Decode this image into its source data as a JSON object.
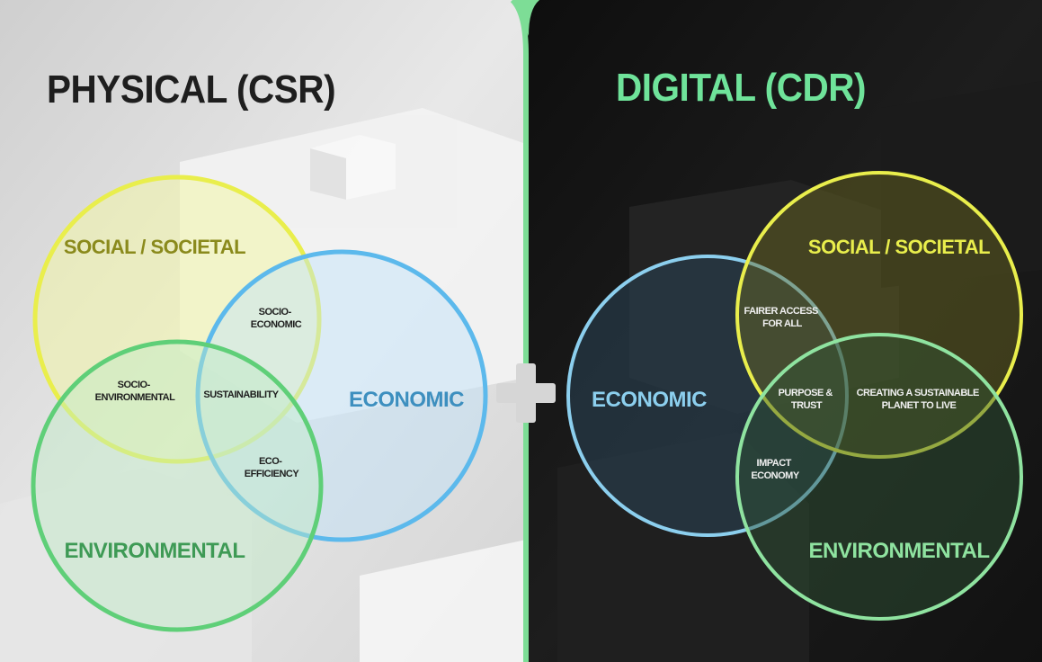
{
  "colors": {
    "social": "#e9ee4c",
    "economic": "#5cb9ec",
    "environmental": "#5fcf78",
    "digital_title": "#6fe39a",
    "divider": "#7ddd96",
    "physical_title": "#1e1e1e",
    "left_bg": "#dcdcdc",
    "right_bg": "#161616",
    "plus": "#d6d6d6"
  },
  "left": {
    "title": "PHYSICAL (CSR)",
    "circles": {
      "social": "SOCIAL / SOCIETAL",
      "economic": "ECONOMIC",
      "environmental": "ENVIRONMENTAL"
    },
    "overlaps": {
      "socio_economic": [
        "SOCIO-",
        "ECONOMIC"
      ],
      "socio_environmental": [
        "SOCIO-",
        "ENVIRONMENTAL"
      ],
      "sustainability": "SUSTAINABILITY",
      "eco_efficiency": [
        "ECO-",
        "EFFICIENCY"
      ]
    }
  },
  "right": {
    "title": "DIGITAL (CDR)",
    "circles": {
      "social": "SOCIAL / SOCIETAL",
      "economic": "ECONOMIC",
      "environmental": "ENVIRONMENTAL"
    },
    "overlaps": {
      "fairer_access": [
        "FAIRER ACCESS",
        "FOR ALL"
      ],
      "purpose_trust": [
        "PURPOSE &",
        "TRUST"
      ],
      "sustainable_planet": [
        "CREATING A SUSTAINABLE",
        "PLANET TO LIVE"
      ],
      "impact_economy": [
        "IMPACT",
        "ECONOMY"
      ]
    }
  }
}
